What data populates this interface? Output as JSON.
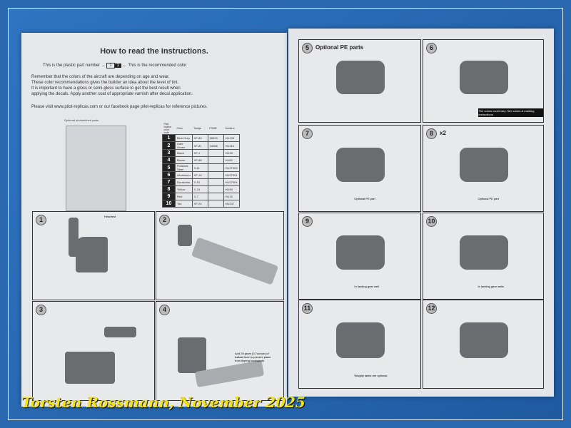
{
  "left_page": {
    "title": "How to read the instructions.",
    "part_line": {
      "left": "This is the plastic part number",
      "box_part": "1",
      "box_color": "1",
      "right": "This is the recommended color"
    },
    "notes": [
      "Remember that the colors of the aircraft are depending on age and wear.",
      "These color recommendations gives the builder an idea about the level of tint.",
      "It is important to have a gloss or semi-gloss surface to get the best result when",
      "applying the decals. Apply another coat of appropriate varnish after decal application."
    ],
    "visit": "Please visit www.pilot-replicas.com or our facebook page pilot-replicas for reference pictures.",
    "pe_label": "Optional photoetched parts",
    "color_table": {
      "headers": [
        "Pilot replica color code",
        "Color",
        "Tamiya",
        "FS595",
        "Humbrol"
      ],
      "rows": [
        [
          "1",
          "Blue-Grey",
          "XF-83",
          "36320",
          "HU126"
        ],
        [
          "2",
          "Dark Green",
          "XF-81",
          "34086",
          "HU116"
        ],
        [
          "3",
          "Black",
          "XF-1",
          "",
          "HU33"
        ],
        [
          "4",
          "Brown",
          "XF-68",
          "",
          "HU62"
        ],
        [
          "5",
          "Polished Steel",
          "X-11",
          "",
          "HU27003"
        ],
        [
          "6",
          "Aluminium",
          "XF-16",
          "",
          "HU27001"
        ],
        [
          "7",
          "Duralumin",
          "X-10",
          "",
          "HU27004"
        ],
        [
          "8",
          "Yellow",
          "X-24",
          "",
          "HU69"
        ],
        [
          "9",
          "Red",
          "X-7",
          "",
          "HU19"
        ],
        [
          "10",
          "Tan",
          "XF-24",
          "",
          "HU237"
        ]
      ]
    },
    "steps": [
      {
        "num": "1",
        "note": "Headrest"
      },
      {
        "num": "2"
      },
      {
        "num": "3"
      },
      {
        "num": "4",
        "note": "Add 25 gram (0.7ounce) of ballast here to prevent plane from tipping backwards"
      }
    ]
  },
  "right_page": {
    "steps": [
      {
        "num": "5",
        "title": "Optional PE parts"
      },
      {
        "num": "6",
        "note": "The colors could vary. See colors & marking instructions."
      },
      {
        "num": "7",
        "note": "Optional PE part"
      },
      {
        "num": "8",
        "title": "x2",
        "note": "Optional PE part"
      },
      {
        "num": "9",
        "note": "In landing gear well"
      },
      {
        "num": "10",
        "note": "In landing gear wells"
      },
      {
        "num": "11",
        "note": "Wingtip tanks are optional"
      },
      {
        "num": "12"
      }
    ]
  },
  "caption": "Torsten Rossmann, November 2025"
}
